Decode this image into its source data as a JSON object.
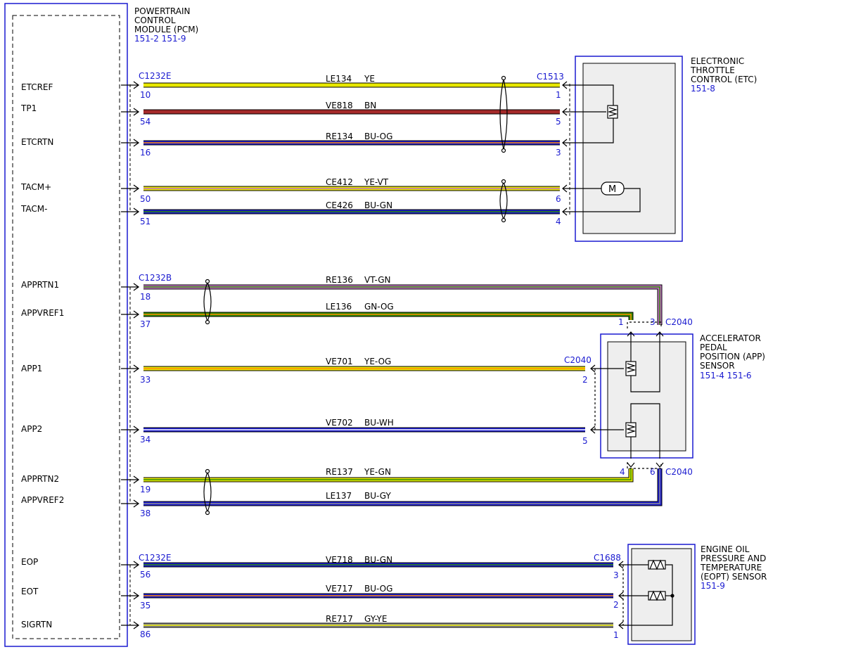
{
  "pcm": {
    "title_lines": [
      "POWERTRAIN",
      "CONTROL",
      "MODULE (PCM)"
    ],
    "refs": "151-2  151-9",
    "pins": [
      "ETCREF",
      "TP1",
      "ETCRTN",
      "TACM+",
      "TACM-",
      "APPRTN1",
      "APPVREF1",
      "APP1",
      "APP2",
      "APPRTN2",
      "APPVREF2",
      "EOP",
      "EOT",
      "SIGRTN"
    ]
  },
  "connectors": {
    "c1232e_top": "C1232E",
    "c1232b": "C1232B",
    "c1232e_bottom": "C1232E",
    "c1513": "C1513",
    "c2040_top": "C2040",
    "c2040_mid": "C2040",
    "c2040_bottom": "C2040",
    "c1688": "C1688"
  },
  "wires": [
    {
      "circuit": "LE134",
      "color": "YE",
      "pcm_pin": "10",
      "far_pin": "1"
    },
    {
      "circuit": "VE818",
      "color": "BN",
      "pcm_pin": "54",
      "far_pin": "5"
    },
    {
      "circuit": "RE134",
      "color": "BU-OG",
      "pcm_pin": "16",
      "far_pin": "3"
    },
    {
      "circuit": "CE412",
      "color": "YE-VT",
      "pcm_pin": "50",
      "far_pin": "6"
    },
    {
      "circuit": "CE426",
      "color": "BU-GN",
      "pcm_pin": "51",
      "far_pin": "4"
    },
    {
      "circuit": "RE136",
      "color": "VT-GN",
      "pcm_pin": "18",
      "far_pin": "3"
    },
    {
      "circuit": "LE136",
      "color": "GN-OG",
      "pcm_pin": "37",
      "far_pin": "1"
    },
    {
      "circuit": "VE701",
      "color": "YE-OG",
      "pcm_pin": "33",
      "far_pin": "2"
    },
    {
      "circuit": "VE702",
      "color": "BU-WH",
      "pcm_pin": "34",
      "far_pin": "5"
    },
    {
      "circuit": "RE137",
      "color": "YE-GN",
      "pcm_pin": "19",
      "far_pin": "4"
    },
    {
      "circuit": "LE137",
      "color": "BU-GY",
      "pcm_pin": "38",
      "far_pin": "6"
    },
    {
      "circuit": "VE718",
      "color": "BU-GN",
      "pcm_pin": "56",
      "far_pin": "3"
    },
    {
      "circuit": "VE717",
      "color": "BU-OG",
      "pcm_pin": "35",
      "far_pin": "2"
    },
    {
      "circuit": "RE717",
      "color": "GY-YE",
      "pcm_pin": "86",
      "far_pin": "1"
    }
  ],
  "etc": {
    "title_lines": [
      "ELECTRONIC",
      "THROTTLE",
      "CONTROL (ETC)"
    ],
    "refs": "151-8",
    "motor_symbol": "M"
  },
  "app": {
    "title_lines": [
      "ACCELERATOR",
      "PEDAL",
      "POSITION (APP)",
      "SENSOR"
    ],
    "refs": "151-4  151-6"
  },
  "eopt": {
    "title_lines": [
      "ENGINE OIL",
      "PRESSURE AND",
      "TEMPERATURE",
      "(EOPT) SENSOR"
    ],
    "refs": "151-9"
  },
  "wire_colors": {
    "YE": "#e8e800",
    "BN": "#a52a2a",
    "BU": "#1a1ad0",
    "OG": "#ff8c00",
    "VT": "#c070c0",
    "GN": "#2e8b00",
    "WH": "#ffffff",
    "GY": "#909090"
  }
}
